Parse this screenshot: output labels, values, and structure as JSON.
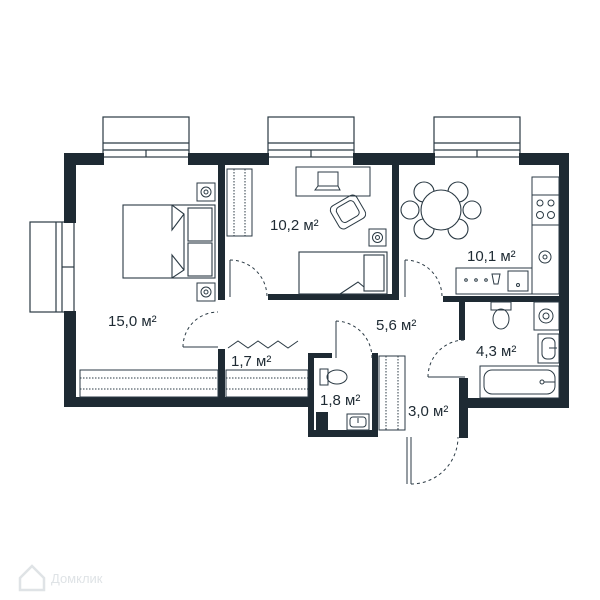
{
  "colors": {
    "wall": "#1e2a33",
    "line": "#2b3a44",
    "background": "#ffffff",
    "watermark": "#dfe3e6"
  },
  "rooms": {
    "bedroom_area": "15,0 м²",
    "office_area": "10,2 м²",
    "kitchen_area": "10,1 м²",
    "hall_area": "5,6 м²",
    "bathroom_area": "4,3 м²",
    "closet_area": "1,7 м²",
    "toilet_area": "1,8 м²",
    "entry_area": "3,0 м²"
  },
  "watermark": {
    "text": "Домклик"
  }
}
